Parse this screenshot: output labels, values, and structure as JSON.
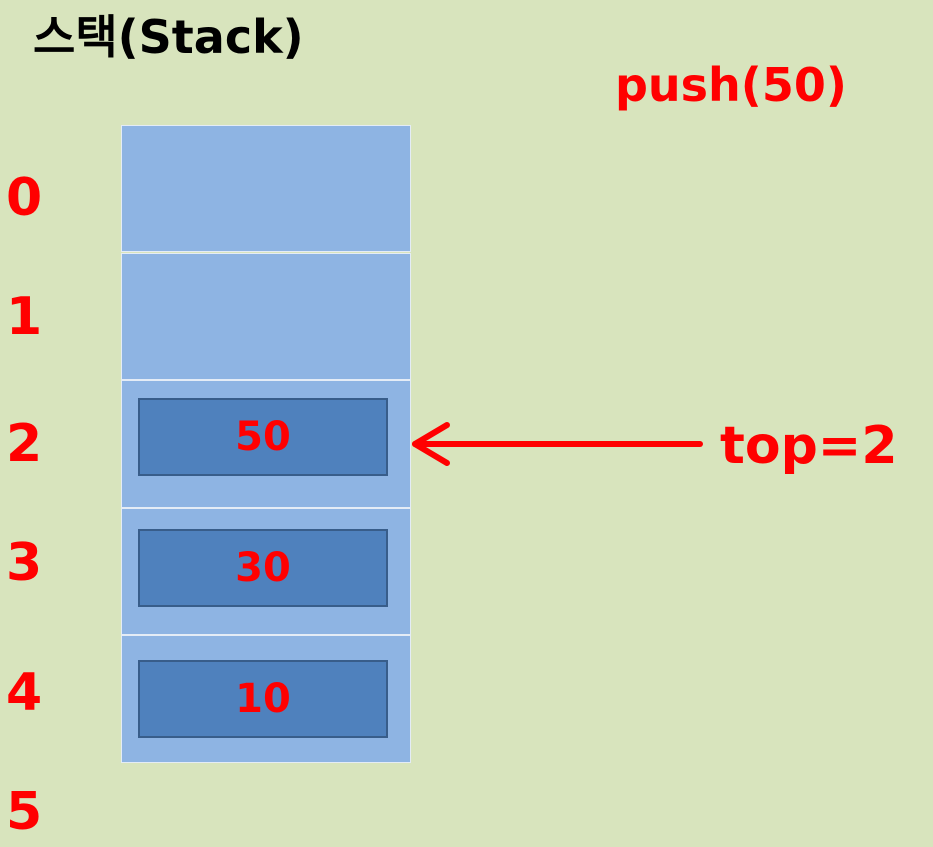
{
  "title": "스택(Stack)",
  "operation": "push(50)",
  "indices": [
    "0",
    "1",
    "2",
    "3",
    "4",
    "5"
  ],
  "slots": [
    {
      "index": "0",
      "value": ""
    },
    {
      "index": "1",
      "value": ""
    },
    {
      "index": "2",
      "value": "50"
    },
    {
      "index": "3",
      "value": "30"
    },
    {
      "index": "4",
      "value": "10"
    }
  ],
  "pointer": {
    "label": "top=2",
    "target_index": 2
  },
  "colors": {
    "background": "#d8e4bd",
    "slot_fill": "#8eb4e3",
    "value_fill": "#4f81bd",
    "value_border": "#385d8a",
    "accent_red": "#ff0000",
    "title_text": "#000000"
  }
}
